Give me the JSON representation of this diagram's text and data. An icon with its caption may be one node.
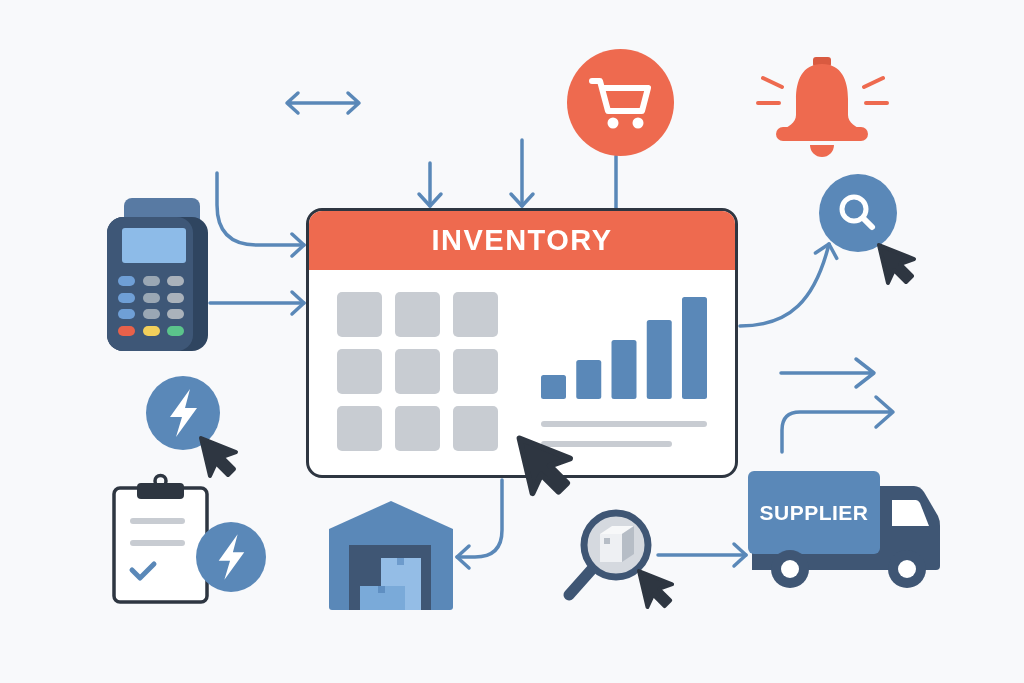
{
  "diagram": {
    "nodes": [
      {
        "text": [],
        "shape": "circle"
      },
      {
        "text": [],
        "shape": "picture"
      },
      {
        "text": [
          "INVENTORY"
        ]
      },
      {
        "text": [],
        "shape": "circle"
      },
      {
        "text": [],
        "shape": "picture"
      },
      {
        "text": [],
        "shape": "picture"
      },
      {
        "text": [
          "SUPPLIER"
        ]
      }
    ],
    "edges": [
      {
        "from": null,
        "to": 2,
        "arrow": "to"
      },
      {
        "from": null,
        "to": 2,
        "arrow": "to"
      },
      {
        "from": null,
        "to": 2,
        "arrow": "to"
      },
      {
        "from": 0,
        "to": 2,
        "arrow": "none"
      },
      {
        "from": 1,
        "to": 2,
        "arrow": "to"
      },
      {
        "from": 2,
        "to": 3,
        "arrow": "to"
      },
      {
        "from": 2,
        "to": 4,
        "arrow": "to"
      },
      {
        "from": 5,
        "to": 6,
        "arrow": "to"
      }
    ]
  }
}
